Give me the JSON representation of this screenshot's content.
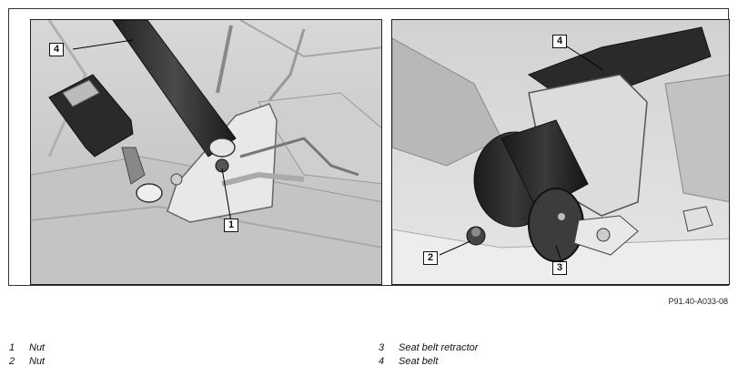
{
  "figure": {
    "id": "P91.40-A033-08"
  },
  "callouts": {
    "left_panel": [
      {
        "number": "4"
      },
      {
        "number": "1"
      }
    ],
    "right_panel": [
      {
        "number": "4"
      },
      {
        "number": "2"
      },
      {
        "number": "3"
      }
    ]
  },
  "legend": [
    {
      "number": "1",
      "label": "Nut"
    },
    {
      "number": "2",
      "label": "Nut"
    },
    {
      "number": "3",
      "label": "Seat belt retractor"
    },
    {
      "number": "4",
      "label": "Seat belt"
    }
  ]
}
